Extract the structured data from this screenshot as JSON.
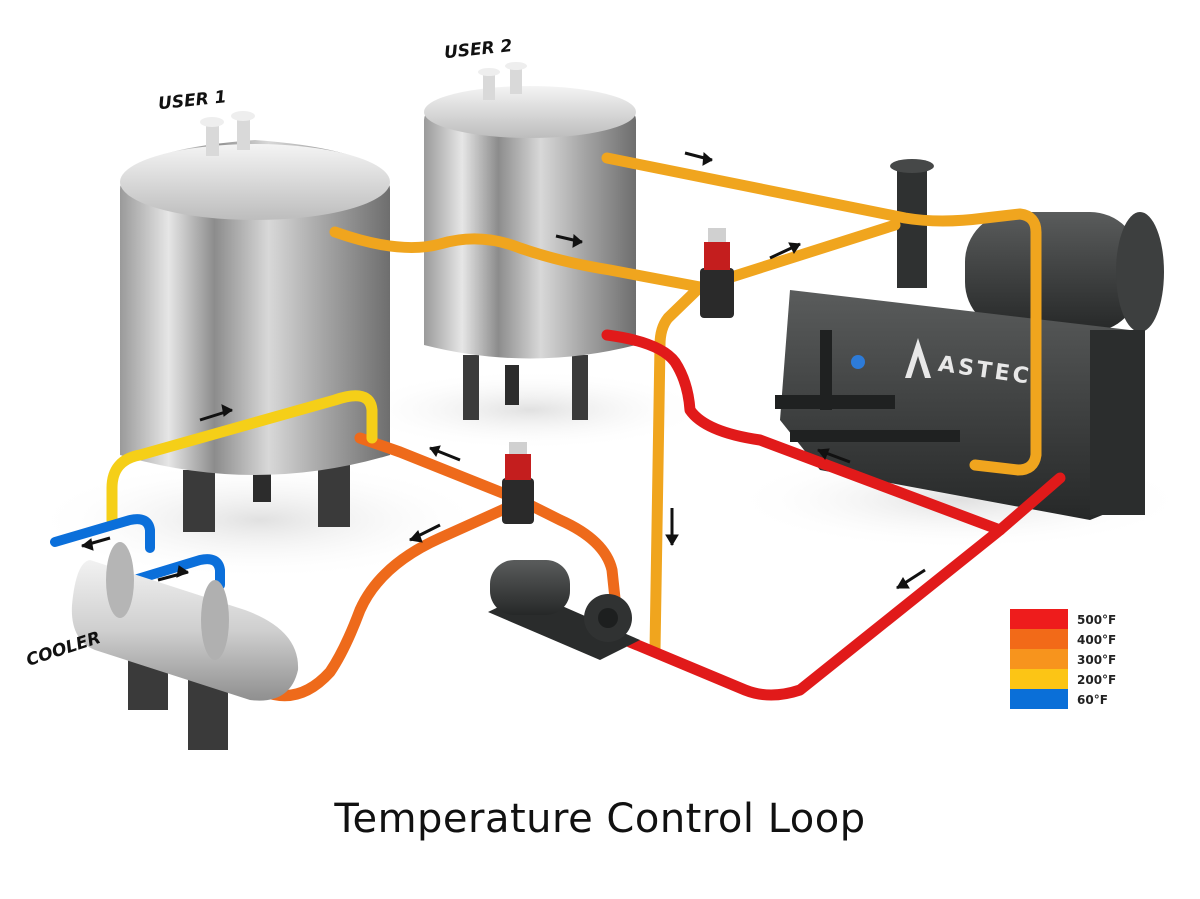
{
  "labels": {
    "user1": "USER 1",
    "user2": "USER 2",
    "cooler": "COOLER",
    "brand": "ASTEC"
  },
  "caption": "Temperature Control Loop",
  "legend": [
    {
      "label": "500°F",
      "color": "#ee1c1c"
    },
    {
      "label": "400°F",
      "color": "#f26a18"
    },
    {
      "label": "300°F",
      "color": "#f7941d"
    },
    {
      "label": "200°F",
      "color": "#fcc515"
    },
    {
      "label": "60°F",
      "color": "#0a6fd8"
    }
  ],
  "colors": {
    "pipe_500": "#e11a1a",
    "pipe_400": "#ee6a1b",
    "pipe_300": "#f0a51e",
    "pipe_200": "#f5cf18",
    "pipe_60": "#0b6fda",
    "tank": "#b8b8b8",
    "heater": "#3a3c3c"
  },
  "icons": [
    "flow-arrow-icon",
    "valve-icon",
    "pump-icon",
    "heater-icon",
    "tank-icon",
    "cooler-icon"
  ]
}
